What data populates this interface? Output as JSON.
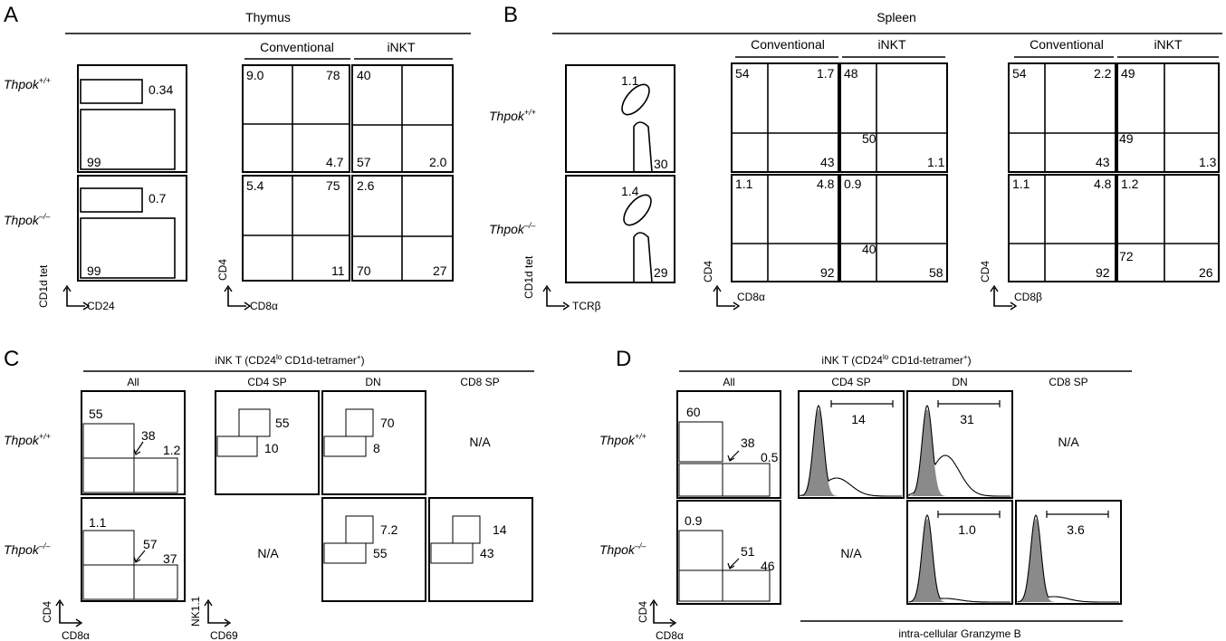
{
  "panelA": {
    "letter": "A",
    "title": "Thymus",
    "conventional": "Conventional",
    "inkt": "iNKT",
    "genotype_wt": "Thpok",
    "genotype_wt_sup": "+/+",
    "genotype_ko": "Thpok",
    "genotype_ko_sup": "–/–",
    "gate_plot": {
      "xaxis": "CD24",
      "yaxis": "CD1d tet",
      "wt_upper": "0.34",
      "wt_lower": "99",
      "ko_upper": "0.7",
      "ko_lower": "99"
    },
    "conv_plot": {
      "xaxis": "CD8α",
      "yaxis": "CD4",
      "wt_ul": "9.0",
      "wt_ur": "78",
      "wt_lr": "4.7",
      "ko_ul": "5.4",
      "ko_ur": "75",
      "ko_lr": "11"
    },
    "inkt_plot": {
      "wt_ul": "40",
      "wt_ll": "57",
      "wt_lr": "2.0",
      "ko_ul": "2.6",
      "ko_ll": "70",
      "ko_lr": "27"
    }
  },
  "panelB": {
    "letter": "B",
    "title": "Spleen",
    "conventional": "Conventional",
    "inkt": "iNKT",
    "genotype_wt": "Thpok",
    "genotype_wt_sup": "+/+",
    "genotype_ko": "Thpok",
    "genotype_ko_sup": "–/–",
    "gate_plot": {
      "xaxis": "TCRβ",
      "yaxis": "CD1d tet",
      "wt_oval": "1.1",
      "wt_conv": "30",
      "ko_oval": "1.4",
      "ko_conv": "29"
    },
    "cd8a_set": {
      "xaxis": "CD8α",
      "yaxis": "CD4",
      "conv_wt_ul": "54",
      "conv_wt_ur": "1.7",
      "conv_wt_lr": "43",
      "conv_ko_ul": "1.1",
      "conv_ko_ur": "4.8",
      "conv_ko_lr": "92",
      "inkt_wt_ul": "48",
      "inkt_wt_mid": "50",
      "inkt_wt_lr": "1.1",
      "inkt_ko_ul": "0.9",
      "inkt_ko_mid": "40",
      "inkt_ko_lr": "58"
    },
    "cd8b_set": {
      "xaxis": "CD8β",
      "yaxis": "CD4",
      "conv_wt_ul": "54",
      "conv_wt_ur": "2.2",
      "conv_wt_lr": "43",
      "conv_ko_ul": "1.1",
      "conv_ko_ur": "4.8",
      "conv_ko_lr": "92",
      "inkt_wt_ul": "49",
      "inkt_wt_mid": "49",
      "inkt_wt_lr": "1.3",
      "inkt_ko_ul": "1.2",
      "inkt_ko_mid": "72",
      "inkt_ko_lr": "26"
    }
  },
  "panelC": {
    "letter": "C",
    "title": "iNK T (CD24",
    "title_sup": "lo",
    "title_rest": " CD1d-tetramer",
    "title_plus": "+",
    "title_end": ")",
    "cols": [
      "All",
      "CD4 SP",
      "DN",
      "CD8 SP"
    ],
    "genotype_wt": "Thpok",
    "genotype_wt_sup": "+/+",
    "genotype_ko": "Thpok",
    "genotype_ko_sup": "–/–",
    "all_xaxis": "CD8α",
    "all_yaxis": "CD4",
    "sp_xaxis": "CD69",
    "sp_yaxis": "NK1.1",
    "wt_all": [
      "55",
      "38",
      "1.2"
    ],
    "wt_cd4": [
      "55",
      "10"
    ],
    "wt_dn": [
      "70",
      "8"
    ],
    "wt_cd8": "N/A",
    "ko_all": [
      "1.1",
      "57",
      "37"
    ],
    "ko_cd4": "N/A",
    "ko_dn": [
      "7.2",
      "55"
    ],
    "ko_cd8": [
      "14",
      "43"
    ]
  },
  "panelD": {
    "letter": "D",
    "title": "iNK T (CD24",
    "title_sup": "lo",
    "title_rest": " CD1d-tetramer",
    "title_plus": "+",
    "title_end": ")",
    "cols": [
      "All",
      "CD4 SP",
      "DN",
      "CD8 SP"
    ],
    "genotype_wt": "Thpok",
    "genotype_wt_sup": "+/+",
    "genotype_ko": "Thpok",
    "genotype_ko_sup": "–/–",
    "all_xaxis": "CD8α",
    "all_yaxis": "CD4",
    "wt_all": [
      "60",
      "38",
      "0.5"
    ],
    "wt_cd4": "14",
    "wt_dn": "31",
    "wt_cd8": "N/A",
    "ko_all": [
      "0.9",
      "51",
      "46"
    ],
    "ko_cd4": "N/A",
    "ko_dn": "1.0",
    "ko_cd8": "3.6",
    "hist_xaxis": "intra-cellular Granzyme B"
  }
}
